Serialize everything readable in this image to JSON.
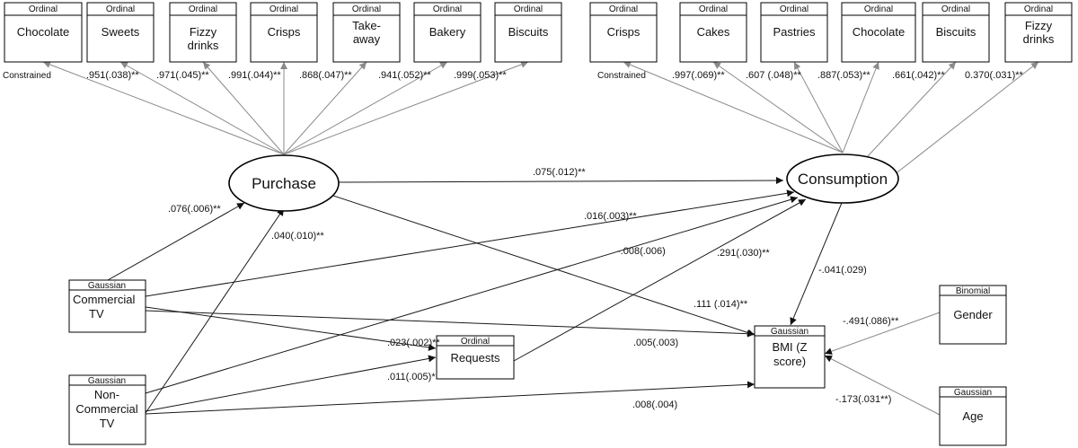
{
  "nodes": {
    "p_chocolate": {
      "type": "Ordinal",
      "label": [
        "Chocolate"
      ]
    },
    "p_sweets": {
      "type": "Ordinal",
      "label": [
        "Sweets"
      ]
    },
    "p_fizzy": {
      "type": "Ordinal",
      "label": [
        "Fizzy",
        "drinks"
      ]
    },
    "p_crisps": {
      "type": "Ordinal",
      "label": [
        "Crisps"
      ]
    },
    "p_takeaway": {
      "type": "Ordinal",
      "label": [
        "Take-",
        "away"
      ]
    },
    "p_bakery": {
      "type": "Ordinal",
      "label": [
        "Bakery"
      ]
    },
    "p_biscuits": {
      "type": "Ordinal",
      "label": [
        "Biscuits"
      ]
    },
    "c_crisps": {
      "type": "Ordinal",
      "label": [
        "Crisps"
      ]
    },
    "c_cakes": {
      "type": "Ordinal",
      "label": [
        "Cakes"
      ]
    },
    "c_pastries": {
      "type": "Ordinal",
      "label": [
        "Pastries"
      ]
    },
    "c_chocolate": {
      "type": "Ordinal",
      "label": [
        "Chocolate"
      ]
    },
    "c_biscuits": {
      "type": "Ordinal",
      "label": [
        "Biscuits"
      ]
    },
    "c_fizzy": {
      "type": "Ordinal",
      "label": [
        "Fizzy",
        "drinks"
      ]
    },
    "commercial_tv": {
      "type": "Gaussian",
      "label": [
        "Commercial",
        "TV"
      ]
    },
    "noncommercial_tv": {
      "type": "Gaussian",
      "label": [
        "Non-",
        "Commercial",
        "TV"
      ]
    },
    "requests": {
      "type": "Ordinal",
      "label": [
        "Requests"
      ]
    },
    "bmi": {
      "type": "Gaussian",
      "label": [
        "BMI (Z",
        "score)"
      ]
    },
    "gender": {
      "type": "Binomial",
      "label": [
        "Gender"
      ]
    },
    "age": {
      "type": "Gaussian",
      "label": [
        "Age"
      ]
    },
    "purchase": {
      "label": "Purchase"
    },
    "consumption": {
      "label": "Consumption"
    }
  },
  "edges": {
    "p_chocolate": "Constrained",
    "p_sweets": ".951(.038)**",
    "p_fizzy": ".971(.045)**",
    "p_crisps": ".991(.044)**",
    "p_takeaway": ".868(.047)**",
    "p_bakery": ".941(.052)**",
    "p_biscuits": ".999(.053)**",
    "c_crisps": "Constrained",
    "c_cakes": ".997(.069)**",
    "c_pastries": ".607 (.048)**",
    "c_chocolate": ".887(.053)**",
    "c_biscuits": ".661(.042)**",
    "c_fizzy": "0.370(.031)**",
    "purchase_consumption": ".075(.012)**",
    "comm_purchase": ".076(.006)**",
    "noncomm_purchase": ".040(.010)**",
    "comm_consumption": ".016(.003)**",
    "noncomm_consumption": "-.008(.006)",
    "requests_consumption": ".291(.030)**",
    "consumption_bmi": "-.041(.029)",
    "purchase_bmi": ".111 (.014)**",
    "comm_requests": ".023(.002)**",
    "comm_bmi": ".005(.003)",
    "noncomm_requests": ".011(.005)*",
    "noncomm_bmi": ".008(.004)",
    "gender_bmi": "-.491(.086)**",
    "age_bmi": "-.173(.031**)"
  }
}
